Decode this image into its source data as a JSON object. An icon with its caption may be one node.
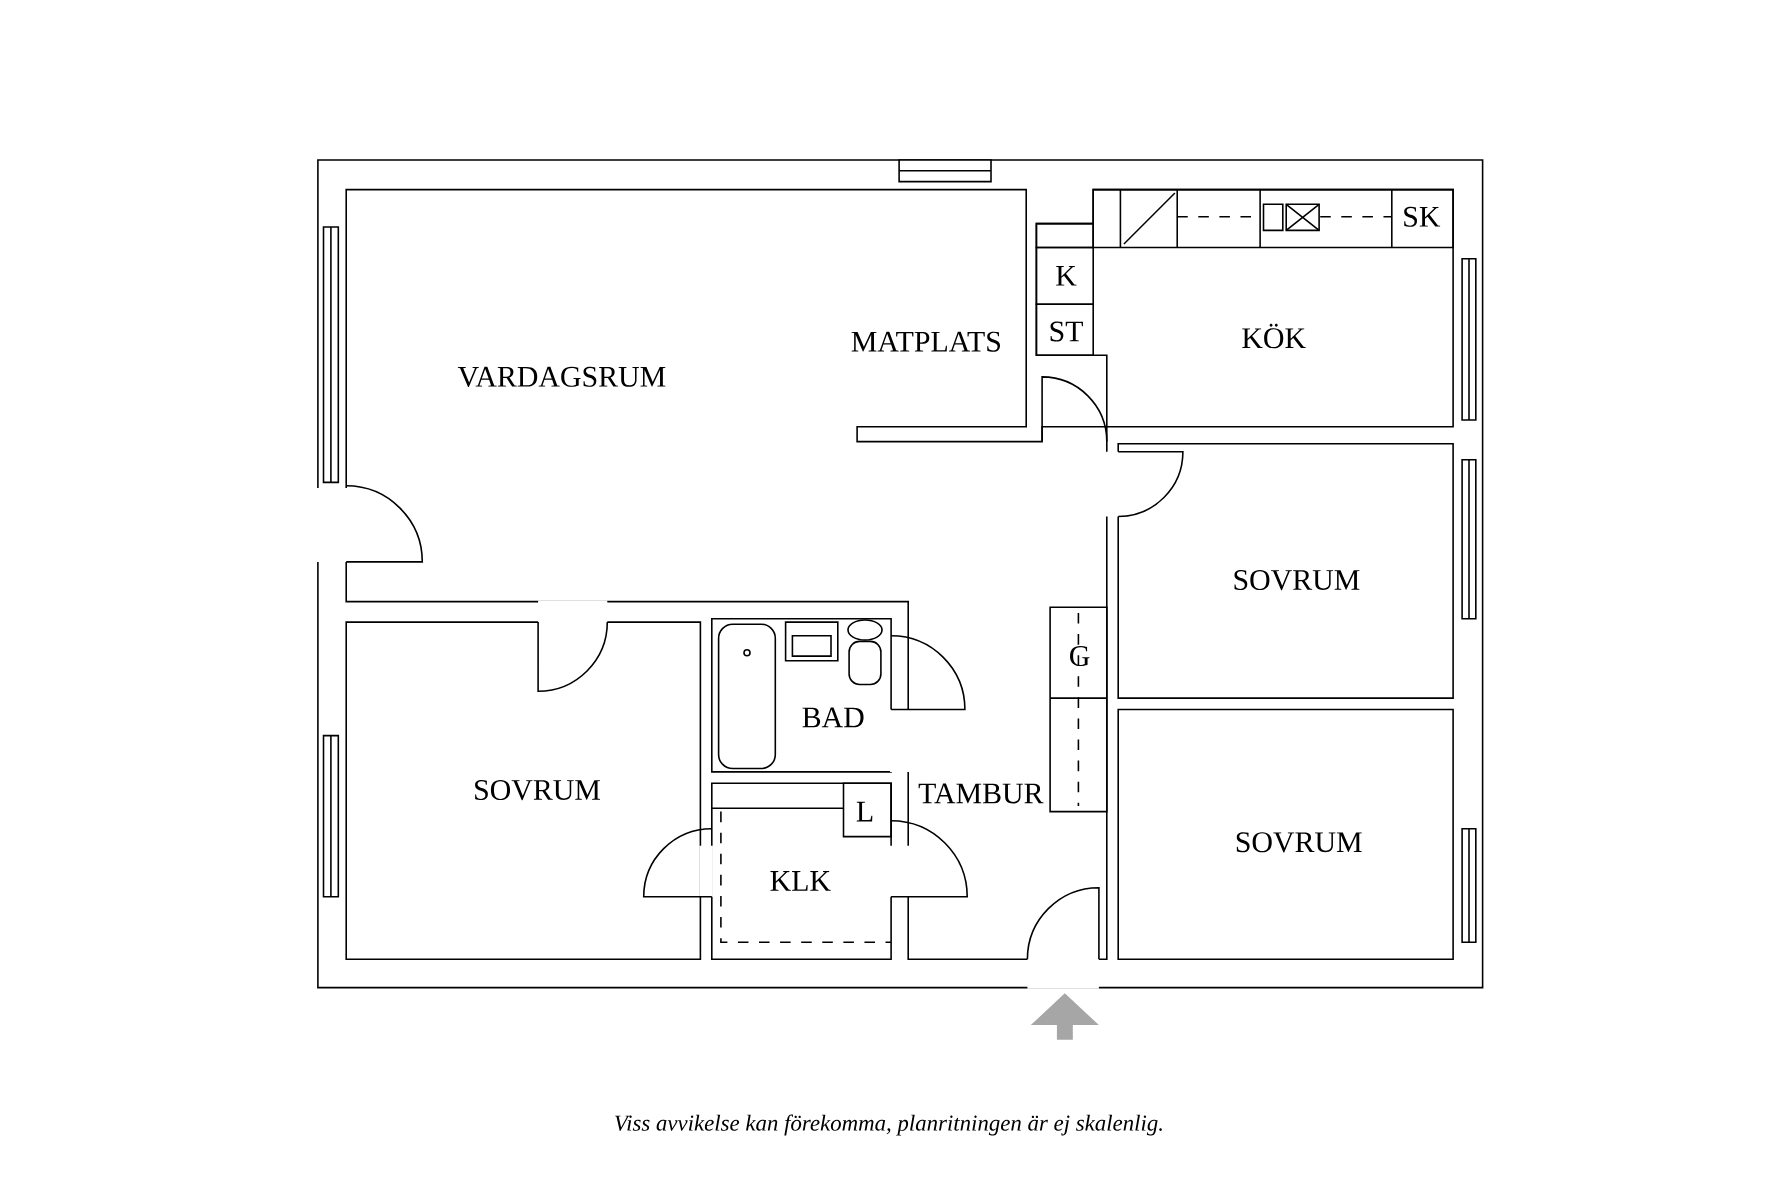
{
  "diagram": {
    "caption": "Viss avvikelse kan förekomma, planritningen är ej skalenlig.",
    "labels": [
      "SK",
      "K",
      "MATPLATS",
      "KÖK",
      "ST",
      "VARDAGSRUM",
      "SOVRUM",
      "G",
      "BAD",
      "SOVRUM",
      "TAMBUR",
      "L",
      "SOVRUM",
      "KLK"
    ]
  }
}
